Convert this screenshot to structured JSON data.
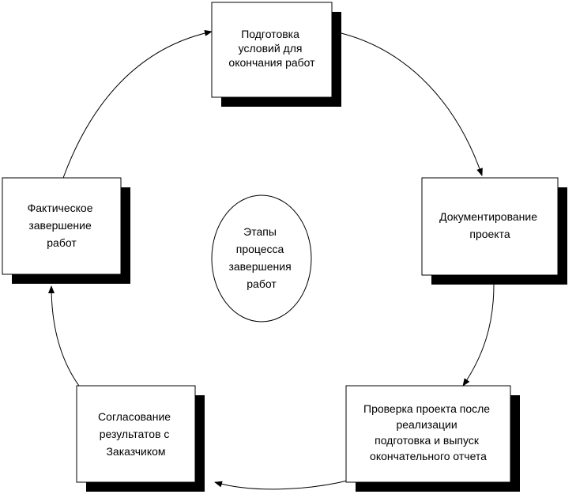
{
  "diagram": {
    "center": [
      "Этапы",
      "процесса",
      "завершения",
      "работ"
    ],
    "stages": [
      {
        "id": "prep",
        "lines": [
          "Подготовка",
          "условий для",
          "окончания работ"
        ]
      },
      {
        "id": "docs",
        "lines": [
          "Документирование",
          "проекта"
        ]
      },
      {
        "id": "check",
        "lines": [
          "Проверка проекта после",
          "реализации",
          "подготовка и выпуск",
          "окончательного отчета"
        ]
      },
      {
        "id": "agree",
        "lines": [
          "Согласование",
          "результатов с",
          "Заказчиком"
        ]
      },
      {
        "id": "finish",
        "lines": [
          "Фактическое",
          "завершение",
          "работ"
        ]
      }
    ]
  }
}
